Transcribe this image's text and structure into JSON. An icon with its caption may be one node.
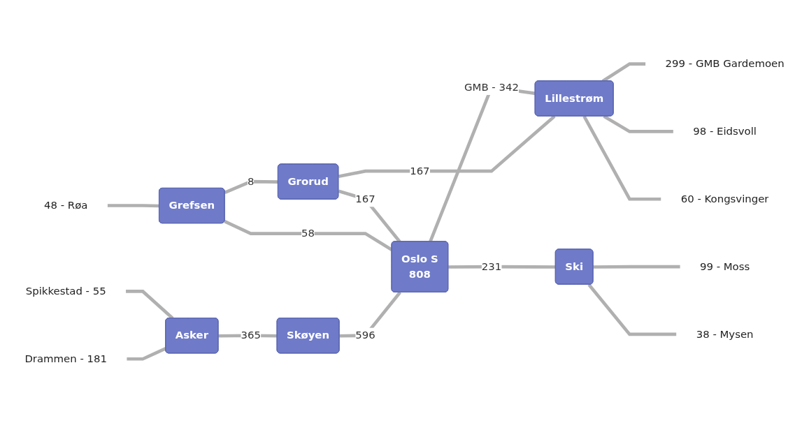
{
  "diagram": {
    "nodes": [
      {
        "text": [
          "Drammen - 181"
        ]
      },
      {
        "text": [
          "Spikkestad - 55"
        ]
      },
      {
        "text": [
          "Asker"
        ]
      },
      {
        "text": [
          "Skøyen"
        ]
      },
      {
        "text": [
          "48 - Røa"
        ]
      },
      {
        "text": [
          "Grefsen"
        ]
      },
      {
        "text": [
          "Grorud"
        ]
      },
      {
        "text": [
          "Oslo S",
          "808"
        ]
      },
      {
        "text": [
          "299 - GMB Gardemoen"
        ]
      },
      {
        "text": [
          "Lillestrøm"
        ]
      },
      {
        "text": [
          "98 - Eidsvoll"
        ]
      },
      {
        "text": [
          "60 - Kongsvinger"
        ]
      },
      {
        "text": [
          "Ski"
        ]
      },
      {
        "text": [
          "99 - Moss"
        ]
      },
      {
        "text": [
          "38 - Mysen"
        ]
      }
    ],
    "edges": [
      {
        "from": 0,
        "to": 2,
        "arrow": "none"
      },
      {
        "from": 1,
        "to": 2,
        "arrow": "none"
      },
      {
        "from": 2,
        "to": 3,
        "label": "365",
        "arrow": "none"
      },
      {
        "from": 3,
        "to": 7,
        "label": "596",
        "arrow": "none"
      },
      {
        "from": 4,
        "to": 5,
        "arrow": "none"
      },
      {
        "from": 5,
        "to": 6,
        "label": "8",
        "arrow": "none"
      },
      {
        "from": 5,
        "to": 7,
        "label": "58",
        "arrow": "none"
      },
      {
        "from": 6,
        "to": 7,
        "label": "167",
        "arrow": "none"
      },
      {
        "from": 6,
        "to": 9,
        "label": "167",
        "arrow": "none"
      },
      {
        "from": 7,
        "to": 9,
        "label": "GMB - 342",
        "arrow": "none"
      },
      {
        "from": 9,
        "to": 8,
        "arrow": "none"
      },
      {
        "from": 9,
        "to": 10,
        "arrow": "none"
      },
      {
        "from": 9,
        "to": 11,
        "arrow": "none"
      },
      {
        "from": 7,
        "to": 12,
        "label": "231",
        "arrow": "none"
      },
      {
        "from": 12,
        "to": 13,
        "arrow": "none"
      },
      {
        "from": 12,
        "to": 14,
        "arrow": "none"
      }
    ]
  }
}
